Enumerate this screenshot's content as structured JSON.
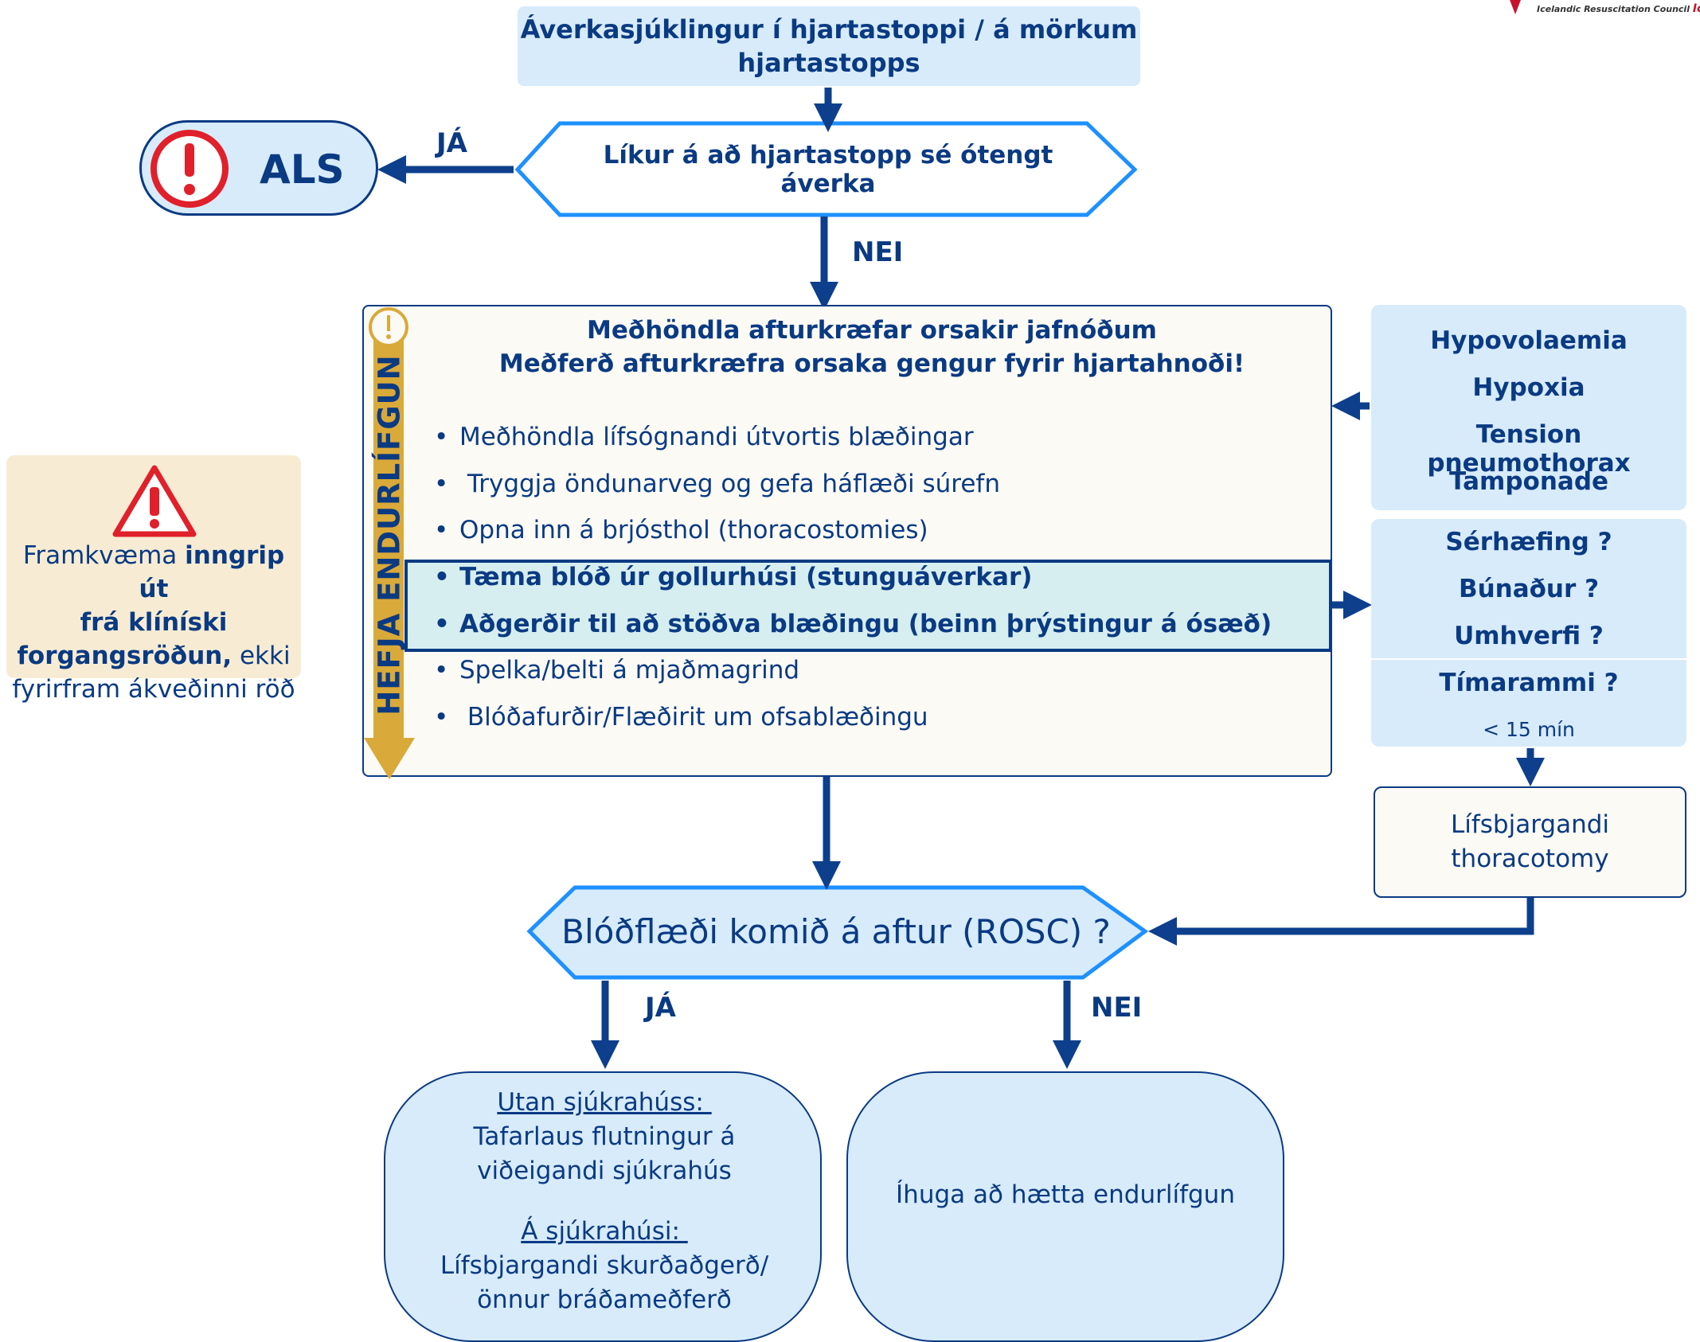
{
  "logo": {
    "subtitle": "Icelandic Resuscitation Council",
    "mark": "IceRC"
  },
  "top_box": {
    "line1": "Áverkasjúklingur í hjartastoppi / á mörkum",
    "line2": "hjartastopps"
  },
  "decision1": {
    "text": "Líkur á að hjartastopp sé ótengt áverka",
    "yes_label": "JÁ",
    "no_label": "NEI"
  },
  "als_box": {
    "label": "ALS",
    "icon": "exclamation-circle-icon"
  },
  "warning_box": {
    "icon": "warning-triangle-icon",
    "t1": "Framkvæma ",
    "t2": "inngrip út",
    "t3": "frá klíníski",
    "t4": "forgangsröðun,",
    "t5": " ekki",
    "t6": "fyrirfram ákveðinni röð"
  },
  "main_box": {
    "vertical_label": "HEFJA ENDURLÍFGUN",
    "title1": "Meðhöndla afturkræfar orsakir jafnóðum",
    "title2": "Meðferð afturkræfra orsaka gengur fyrir hjartahnoði!",
    "bullet_char": "•",
    "items": [
      "Meðhöndla lífsógnandi útvortis blæðingar",
      " Tryggja öndunarveg og gefa háflæði súrefn",
      "Opna inn á brjósthol (thoracostomies)",
      "Tæma blóð úr gollurhúsi (stunguáverkar)",
      "Aðgerðir til að stöðva blæðingu (beinn þrýstingur á ósæð)",
      "Spelka/belti á mjaðmagrind",
      " Blóðafurðir/Flæðirit um ofsablæðingu"
    ]
  },
  "causes_box": {
    "items": [
      "Hypovolaemia",
      "Hypoxia",
      "Tension pneumothorax",
      "Tamponade"
    ]
  },
  "criteria_box": {
    "items": [
      "Sérhæfing ?",
      "Búnaður ?",
      "Umhverfi ?"
    ],
    "time_label": "Tímarammi ?",
    "time_value": "< 15 mín"
  },
  "thoracotomy_box": {
    "line1": "Lífsbjargandi",
    "line2": "thoracotomy"
  },
  "decision2": {
    "text": "Blóðflæði komið á aftur (ROSC) ?",
    "yes_label": "JÁ",
    "no_label": "NEI"
  },
  "yes_outcome": {
    "h1": "Utan sjúkrahúss: ",
    "l1": "Tafarlaus flutningur á",
    "l2": "viðeigandi sjúkrahús",
    "h2": "Á sjúkrahúsi: ",
    "l3": "Lífsbjargandi skurðaðgerð/",
    "l4": "önnur bráðameðferð"
  },
  "no_outcome": {
    "text": "Íhuga að hætta endurlífgun"
  },
  "colors": {
    "navy": "#0a3a82",
    "arrow": "#0d3f8c",
    "light_blue": "#d7ebfb",
    "bright_blue": "#1e90ff",
    "gold": "#d9a93a",
    "highlight": "#d6eef0",
    "red": "#e0202a",
    "warning_bg": "#f7ecd3",
    "main_bg": "#fcfaf5"
  }
}
